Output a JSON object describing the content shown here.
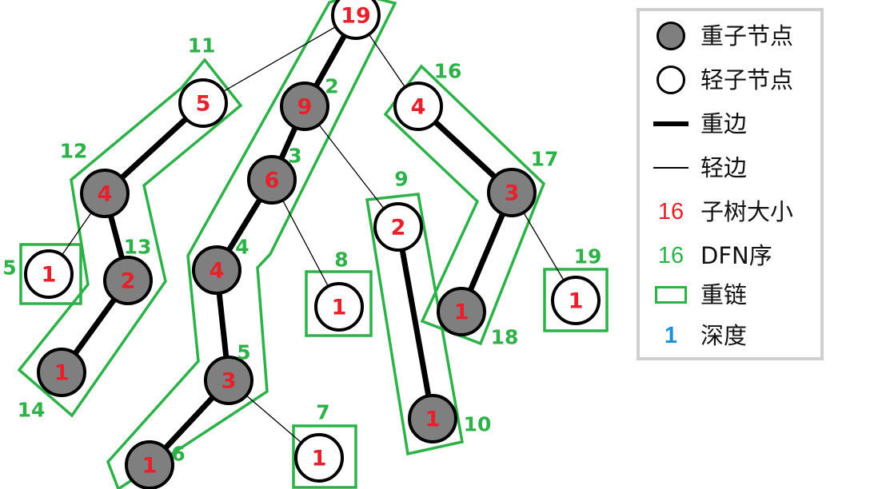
{
  "tree": {
    "nodes": [
      {
        "id": "r",
        "size": "19",
        "dfn": "",
        "type": "light"
      },
      {
        "id": "a",
        "size": "9",
        "dfn": "2",
        "type": "heavy"
      },
      {
        "id": "b",
        "size": "6",
        "dfn": "3",
        "type": "heavy"
      },
      {
        "id": "c",
        "size": "4",
        "dfn": "4",
        "type": "heavy"
      },
      {
        "id": "d",
        "size": "3",
        "dfn": "5",
        "type": "heavy"
      },
      {
        "id": "e",
        "size": "1",
        "dfn": "6",
        "type": "heavy"
      },
      {
        "id": "f",
        "size": "1",
        "dfn": "7",
        "type": "light"
      },
      {
        "id": "g",
        "size": "1",
        "dfn": "8",
        "type": "light"
      },
      {
        "id": "h",
        "size": "2",
        "dfn": "9",
        "type": "light"
      },
      {
        "id": "i",
        "size": "1",
        "dfn": "10",
        "type": "heavy"
      },
      {
        "id": "j",
        "size": "5",
        "dfn": "11",
        "type": "light"
      },
      {
        "id": "k",
        "size": "4",
        "dfn": "12",
        "type": "heavy"
      },
      {
        "id": "l",
        "size": "2",
        "dfn": "13",
        "type": "heavy"
      },
      {
        "id": "m",
        "size": "1",
        "dfn": "14",
        "type": "heavy"
      },
      {
        "id": "n",
        "size": "1",
        "dfn": "5",
        "type": "light"
      },
      {
        "id": "o",
        "size": "4",
        "dfn": "16",
        "type": "light"
      },
      {
        "id": "p",
        "size": "3",
        "dfn": "17",
        "type": "heavy"
      },
      {
        "id": "q",
        "size": "1",
        "dfn": "18",
        "type": "heavy"
      },
      {
        "id": "s",
        "size": "1",
        "dfn": "19",
        "type": "light"
      }
    ],
    "edges": [
      {
        "from": "r",
        "to": "a",
        "type": "heavy"
      },
      {
        "from": "a",
        "to": "b",
        "type": "heavy"
      },
      {
        "from": "b",
        "to": "c",
        "type": "heavy"
      },
      {
        "from": "c",
        "to": "d",
        "type": "heavy"
      },
      {
        "from": "d",
        "to": "e",
        "type": "heavy"
      },
      {
        "from": "d",
        "to": "f",
        "type": "light"
      },
      {
        "from": "b",
        "to": "g",
        "type": "light"
      },
      {
        "from": "a",
        "to": "h",
        "type": "light"
      },
      {
        "from": "h",
        "to": "i",
        "type": "heavy"
      },
      {
        "from": "r",
        "to": "j",
        "type": "light"
      },
      {
        "from": "j",
        "to": "k",
        "type": "heavy"
      },
      {
        "from": "k",
        "to": "l",
        "type": "heavy"
      },
      {
        "from": "l",
        "to": "m",
        "type": "heavy"
      },
      {
        "from": "k",
        "to": "n",
        "type": "light"
      },
      {
        "from": "r",
        "to": "o",
        "type": "light"
      },
      {
        "from": "o",
        "to": "p",
        "type": "heavy"
      },
      {
        "from": "p",
        "to": "q",
        "type": "heavy"
      },
      {
        "from": "p",
        "to": "s",
        "type": "light"
      }
    ]
  },
  "legend": {
    "heavy_node": "重子节点",
    "light_node": "轻子节点",
    "heavy_edge": "重边",
    "light_edge": "轻边",
    "size_sample": "16",
    "size_label": "子树大小",
    "dfn_sample": "16",
    "dfn_label": "DFN序",
    "chain_label": "重链",
    "depth_sample": "1",
    "depth_label": "深度"
  },
  "colors": {
    "size": "#e8202b",
    "dfn": "#2fb14a",
    "chain": "#2fb14a",
    "depth": "#1e90d6",
    "heavy_fill": "#7f7f7f"
  }
}
